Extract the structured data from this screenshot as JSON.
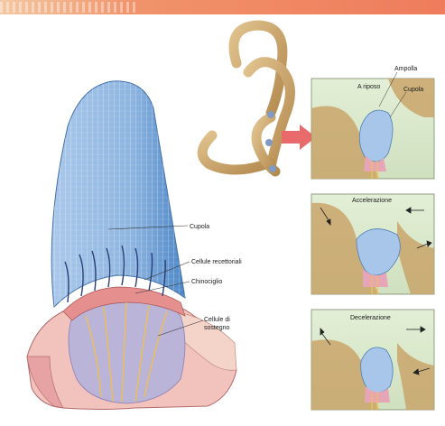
{
  "labels": {
    "cupola": "Cupola",
    "cellule_recettoriali": "Cellule recettoriali",
    "chinociglio": "Chinociglio",
    "cellule_di_sostegno_line1": "Cellule di",
    "cellule_di_sostegno_line2": "sostegno"
  },
  "panels": [
    {
      "title": "A riposo",
      "label_ampolla": "Ampolla",
      "label_cupola": "Cupola"
    },
    {
      "title": "Accelerazione"
    },
    {
      "title": "Decelerazione"
    }
  ],
  "colors": {
    "header": "#ef7c5c",
    "panel_bg": "#d9e8cc",
    "bone": "#c9a46a",
    "cupola_blue": "#6f9fd3",
    "tissue_pink": "#e49a9a",
    "arrow": "#e86a6a"
  }
}
